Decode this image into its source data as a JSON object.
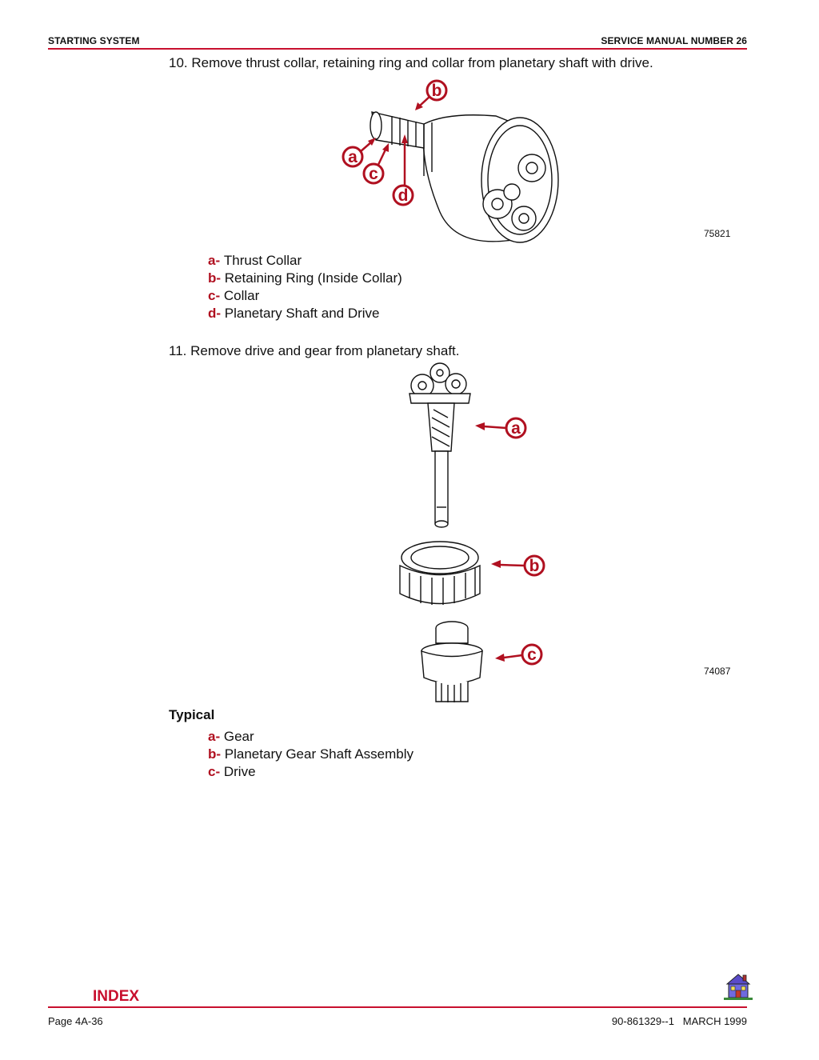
{
  "header": {
    "left": "STARTING SYSTEM",
    "right": "SERVICE MANUAL NUMBER 26"
  },
  "step10": {
    "text": "10. Remove thrust collar, retaining ring and collar from planetary shaft with drive.",
    "figure_number": "75821",
    "callouts": [
      "a",
      "b",
      "c",
      "d"
    ],
    "legend": [
      {
        "letter": "a",
        "text": "Thrust Collar"
      },
      {
        "letter": "b",
        "text": "Retaining Ring (Inside Collar)"
      },
      {
        "letter": "c",
        "text": "Collar"
      },
      {
        "letter": "d",
        "text": "Planetary Shaft and Drive"
      }
    ]
  },
  "step11": {
    "text": "11. Remove drive and gear from planetary shaft.",
    "figure_number": "74087",
    "callouts": [
      "a",
      "b",
      "c"
    ],
    "caption": "Typical",
    "legend": [
      {
        "letter": "a",
        "text": "Gear"
      },
      {
        "letter": "b",
        "text": "Planetary Gear Shaft Assembly"
      },
      {
        "letter": "c",
        "text": "Drive"
      }
    ]
  },
  "footer": {
    "index_link": "INDEX",
    "page": "Page 4A-36",
    "doc": "90-861329--1   MARCH 1999",
    "home_icon": "house-icon"
  },
  "colors": {
    "accent": "#c8102e",
    "callout": "#b01020"
  }
}
